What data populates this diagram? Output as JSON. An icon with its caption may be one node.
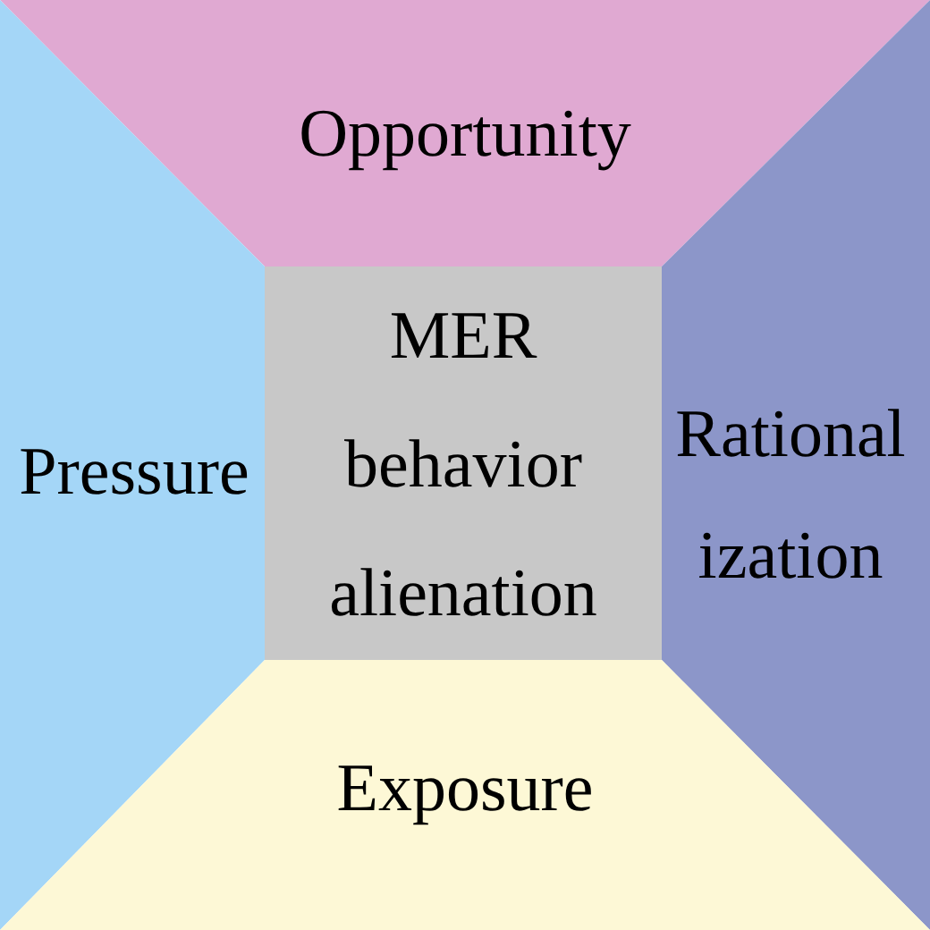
{
  "diagram": {
    "nodes": [
      {
        "text": [
          "Opportunity"
        ]
      },
      {
        "text": [
          "Pressure"
        ]
      },
      {
        "text": [
          "MER behavior alienation"
        ]
      },
      {
        "text": [
          "Rational ization"
        ]
      },
      {
        "text": [
          "Exposure"
        ]
      }
    ]
  }
}
